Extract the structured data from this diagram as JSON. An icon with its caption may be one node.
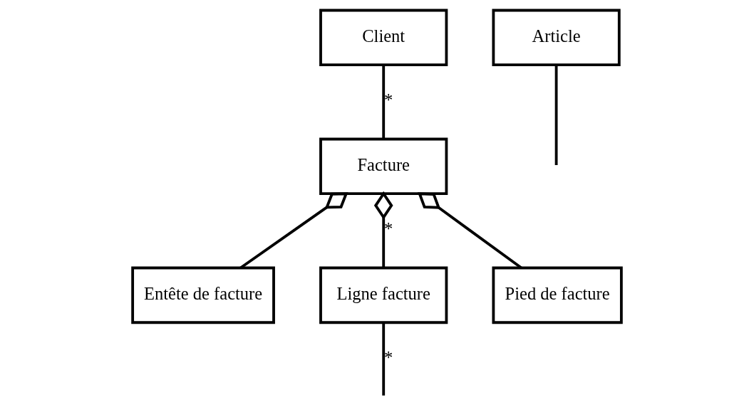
{
  "diagram": {
    "nodes": [
      {
        "text": [
          "Client"
        ]
      },
      {
        "text": [
          "Article"
        ]
      },
      {
        "text": [
          "Facture"
        ]
      },
      {
        "text": [
          "Entête de facture"
        ]
      },
      {
        "text": [
          "Ligne facture"
        ]
      },
      {
        "text": [
          "Pied de facture"
        ]
      }
    ],
    "edges": [
      {
        "from": 0,
        "to": 2,
        "arrow": "none",
        "label": "*"
      },
      {
        "from": 2,
        "to": 3,
        "arrow": "other"
      },
      {
        "from": 2,
        "to": 4,
        "arrow": "other",
        "label": "*"
      },
      {
        "from": 2,
        "to": 5,
        "arrow": "other"
      },
      {
        "from": 4,
        "to": null,
        "arrow": "none",
        "label": "*"
      },
      {
        "from": 1,
        "to": null,
        "arrow": "none"
      }
    ]
  }
}
